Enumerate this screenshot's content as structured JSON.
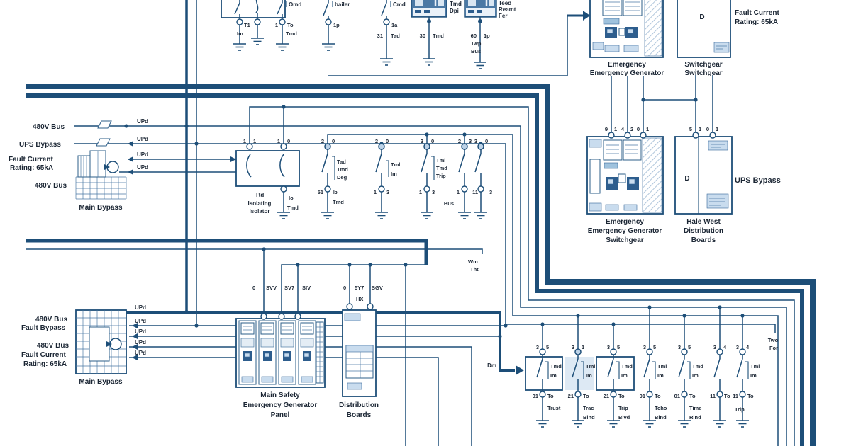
{
  "colors": {
    "line": "#1d4e78",
    "text": "#1b2634",
    "device_fill": "#4b79a5",
    "device_dark": "#2d5d8d",
    "tint": "#c9dcee",
    "background": "#ffffff"
  },
  "top": {
    "feeder_box": {
      "breaker_label": "Omd",
      "c1_l": "T1",
      "c1_sub": "Im",
      "c3_l": "1",
      "c3_r": "To",
      "c3_sub": "Tmd"
    },
    "feeder2": {
      "label": "bailer",
      "pin": "1p"
    },
    "feeder3": {
      "label": "Cmd",
      "pin": "1a",
      "bot_l": "31",
      "bot_r": "Tad"
    },
    "relay1": {
      "tag1": "Tmd",
      "tag2": "Dpi",
      "bot_l": "30",
      "bot_r": "Tmd"
    },
    "relay2": {
      "tag1": "Teed",
      "tag2": "Reamt",
      "tag3": "Fer",
      "bot_l": "60",
      "bot_r": "1p",
      "sub1": "Twp",
      "sub2": "Bus"
    },
    "emergency_cabinet": {
      "line1": "Emergency",
      "line2": "Emergency Generator"
    },
    "switchgear_cabinet": {
      "d": "D",
      "line1": "Switchgear",
      "line2": "Switchgear"
    },
    "fault_note": {
      "line1": "Fault Current",
      "line2": "Rating: 65kA"
    }
  },
  "left": {
    "bus1": "480V Bus",
    "ups_bypass": "UPS Bypass",
    "fault1": "Fault Current",
    "fault2": "Rating: 65kA",
    "bus2": "480V Bus",
    "main_bypass": "Main Bypass",
    "upd1": "UPd",
    "upd2": "UPd",
    "upd3": "UPd",
    "upd4": "UPd"
  },
  "middle": {
    "iso": {
      "n1l": "1",
      "n1r": "1",
      "n2l": "1",
      "n2r": "0",
      "bot_r": "Io",
      "bot_sub": "Tmd",
      "label1": "Ttd",
      "label2": "Isolating",
      "label3": "Isolator"
    },
    "col1": {
      "nl": "2",
      "nr": "0",
      "s1": "Tad",
      "s2": "Tmd",
      "s3": "Deg",
      "bl": "51",
      "br": "Ib",
      "bsub": "Tmd"
    },
    "col2": {
      "nl": "2",
      "nr": "0",
      "s1": "Tml",
      "s2": "Im",
      "bl": "1",
      "br": "3"
    },
    "col3": {
      "nl": "3",
      "nr": "0",
      "s1": "Tml",
      "s2": "Tmd",
      "s3": "Trip",
      "bl": "1",
      "br": "3"
    },
    "col4": {
      "nl": "2",
      "nr": "3",
      "bl": "1"
    },
    "col5": {
      "nl": "3",
      "nr": "0",
      "bl": "11",
      "br": "3"
    },
    "bus_label": "Bus"
  },
  "cabinets": {
    "emergency": {
      "n1l": "9",
      "n1r": "1",
      "n2l": "4",
      "n2r": "2",
      "n3l": "0",
      "n3r": "1",
      "line1": "Emergency",
      "line2": "Emergency Generator",
      "line3": "Switchgear"
    },
    "distribution": {
      "n1l": "5",
      "n1r": "1",
      "n2l": "0",
      "n2r": "1",
      "d": "D",
      "line1": "Hale West",
      "line2": "Distribution",
      "line3": "Boards"
    },
    "ups_bypass": "UPS Bypass"
  },
  "bottom_left": {
    "bus1": "480V Bus",
    "fault_bypass": "Fault Bypass",
    "bus2": "480V Bus",
    "fault1": "Fault Current",
    "fault2": "Rating: 65kA",
    "main_bypass": "Main Bypass",
    "upd1": "UPd",
    "upd2": "UPd",
    "upd3": "UPd",
    "upd4": "UPd",
    "upd5": "UPd"
  },
  "bottom_middle": {
    "tags": [
      "0",
      "SVV",
      "SV7",
      "SIV"
    ],
    "panel_label1": "Main Safety",
    "panel_label2": "Emergency Generator",
    "panel_label3": "Panel",
    "dist_tags": [
      "0",
      "5Y7",
      "SGV"
    ],
    "dist_tag_extra": "HX",
    "dist_label1": "Distribution",
    "dist_label2": "Boards",
    "wm1": "Wm",
    "wm2": "Tht"
  },
  "bottom_right": {
    "dm": "Dm",
    "two1": "Two",
    "two2": "For",
    "cols": [
      {
        "tl": "3",
        "tr": "5",
        "s1": "Tmd",
        "s2": "Im",
        "bl": "01",
        "br": "To",
        "x1": "Trust",
        "x2": ""
      },
      {
        "tl": "3",
        "tr": "1",
        "s1": "Tml",
        "s2": "Im",
        "bl": "21",
        "br": "To",
        "x1": "Trac",
        "x2": "Blnd"
      },
      {
        "tl": "3",
        "tr": "5",
        "s1": "Tmd",
        "s2": "Im",
        "bl": "21",
        "br": "To",
        "x1": "Trip",
        "x2": "Blvd"
      },
      {
        "tl": "3",
        "tr": "5",
        "s1": "Tml",
        "s2": "Im",
        "bl": "01",
        "br": "To",
        "x1": "Tcho",
        "x2": "Blnd"
      },
      {
        "tl": "3",
        "tr": "5",
        "s1": "Tmd",
        "s2": "Im",
        "bl": "01",
        "br": "To",
        "x1": "Time",
        "x2": "Rind"
      },
      {
        "tl": "3",
        "tr": "4",
        "s1": "",
        "s2": "",
        "bl": "11",
        "br": "To",
        "x1": "",
        "x2": ""
      },
      {
        "tl": "3",
        "tr": "4",
        "s1": "Tml",
        "s2": "Im",
        "bl": "11",
        "br": "To",
        "x1": "Trip",
        "x2": ""
      }
    ]
  }
}
